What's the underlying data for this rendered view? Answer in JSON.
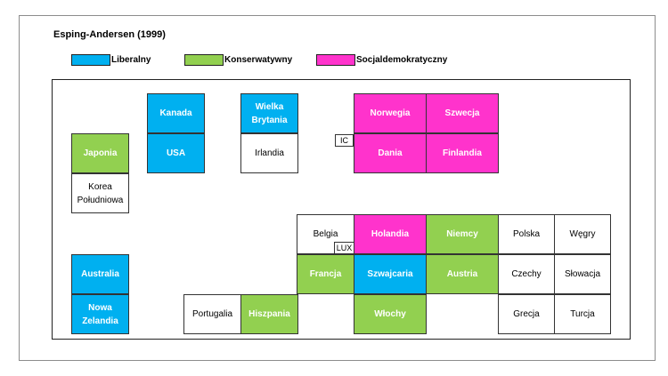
{
  "title": "Esping-Andersen (1999)",
  "legend": [
    {
      "label": "Liberalny",
      "color": "#00b0f0"
    },
    {
      "label": "Konserwatywny",
      "color": "#92d050"
    },
    {
      "label": "Socjaldemokratyczny",
      "color": "#ff33cc"
    }
  ],
  "cells": {
    "kanada": "Kanada",
    "usa": "USA",
    "wielka_brytania": "Wielka\nBrytania",
    "irlandia": "Irlandia",
    "japonia": "Japonia",
    "korea": "Korea\nPołudniowa",
    "norwegia": "Norwegia",
    "szwecja": "Szwecja",
    "dania": "Dania",
    "finlandia": "Finlandia",
    "australia": "Australia",
    "nowa_zelandia": "Nowa\nZelandia",
    "belgia": "Belgia",
    "holandia": "Holandia",
    "niemcy": "Niemcy",
    "polska": "Polska",
    "wegry": "Węgry",
    "francja": "Francja",
    "szwajcaria": "Szwajcaria",
    "austria": "Austria",
    "czechy": "Czechy",
    "slowacja": "Słowacja",
    "portugalia": "Portugalia",
    "hiszpania": "Hiszpania",
    "wlochy": "Włochy",
    "grecja": "Grecja",
    "turcja": "Turcja"
  },
  "tags": {
    "ic": "IC",
    "lux": "LUX"
  }
}
